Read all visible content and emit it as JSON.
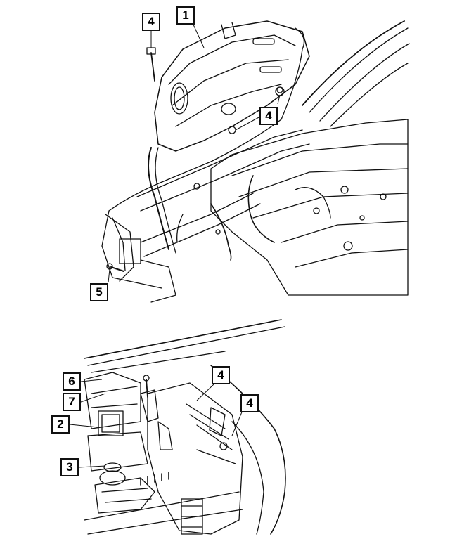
{
  "diagram": {
    "callouts": [
      {
        "id": "c1",
        "label": "1"
      },
      {
        "id": "c4a",
        "label": "4"
      },
      {
        "id": "c4b",
        "label": "4"
      },
      {
        "id": "c5",
        "label": "5"
      },
      {
        "id": "c6",
        "label": "6"
      },
      {
        "id": "c7",
        "label": "7"
      },
      {
        "id": "c2",
        "label": "2"
      },
      {
        "id": "c3",
        "label": "3"
      },
      {
        "id": "c4c",
        "label": "4"
      },
      {
        "id": "c4d",
        "label": "4"
      }
    ]
  },
  "colors": {
    "line": "#111111",
    "background": "#ffffff"
  }
}
